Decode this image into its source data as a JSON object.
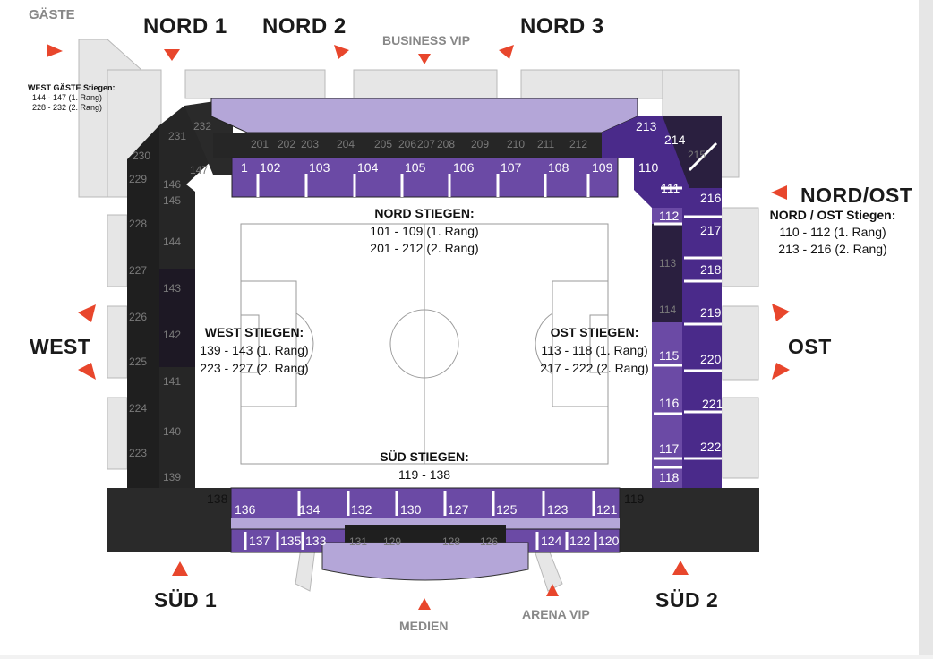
{
  "colors": {
    "purple_dark": "#4a2a8a",
    "purple": "#6b4aa5",
    "purple_light": "#b4a6d8",
    "black": "#222222",
    "grey": "#e6e6e6",
    "arrow": "#e8462c"
  },
  "gates": {
    "nord1": "NORD 1",
    "nord2": "NORD 2",
    "nord3": "NORD 3",
    "business_vip": "BUSINESS VIP",
    "gaeste": "GÄSTE",
    "nord_ost": "NORD/OST",
    "west": "WEST",
    "ost": "OST",
    "sued1": "SÜD 1",
    "sued2": "SÜD 2",
    "medien": "MEDIEN",
    "arena_vip": "ARENA VIP"
  },
  "stairs": {
    "west_gaeste": {
      "title": "WEST GÄSTE Stiegen:",
      "line1": "144 - 147 (1. Rang)",
      "line2": "228 - 232 (2. Rang)"
    },
    "nord": {
      "title": "NORD STIEGEN:",
      "line1": "101 - 109 (1. Rang)",
      "line2": "201 - 212 (2. Rang)"
    },
    "nord_ost": {
      "title": "NORD / OST Stiegen:",
      "line1": "110 - 112 (1. Rang)",
      "line2": "213 - 216 (2. Rang)"
    },
    "west": {
      "title": "WEST STIEGEN:",
      "line1": "139 - 143 (1. Rang)",
      "line2": "223 - 227 (2. Rang)"
    },
    "ost": {
      "title": "OST STIEGEN:",
      "line1": "113 - 118 (1. Rang)",
      "line2": "217 - 222 (2. Rang)"
    },
    "sued": {
      "title": "SÜD STIEGEN:",
      "line1": "119 - 138"
    }
  },
  "sections": {
    "nord_lower": [
      "102",
      "103",
      "104",
      "105",
      "106",
      "107",
      "108",
      "109"
    ],
    "nord_upper": [
      "201",
      "202",
      "203",
      "204",
      "205",
      "206",
      "207",
      "208",
      "209",
      "210",
      "211",
      "212"
    ],
    "nordost": [
      "110",
      "111",
      "112",
      "213",
      "214",
      "215",
      "216"
    ],
    "ost_inner": [
      "113",
      "114",
      "115",
      "116",
      "117",
      "118"
    ],
    "ost_outer": [
      "217",
      "218",
      "219",
      "220",
      "221",
      "222"
    ],
    "west_inner": [
      "139",
      "140",
      "141",
      "142",
      "143",
      "144",
      "145",
      "146",
      "147"
    ],
    "west_outer": [
      "223",
      "224",
      "225",
      "226",
      "227",
      "228",
      "229",
      "230",
      "231",
      "232"
    ],
    "sued_upper": [
      "136",
      "134",
      "132",
      "130",
      "127",
      "125",
      "123",
      "121"
    ],
    "sued_lower": [
      "137",
      "135",
      "133",
      "131",
      "129",
      "128",
      "126",
      "124",
      "122",
      "120"
    ],
    "corners": {
      "sw": "138",
      "se": "119"
    },
    "nord_first": "1"
  }
}
